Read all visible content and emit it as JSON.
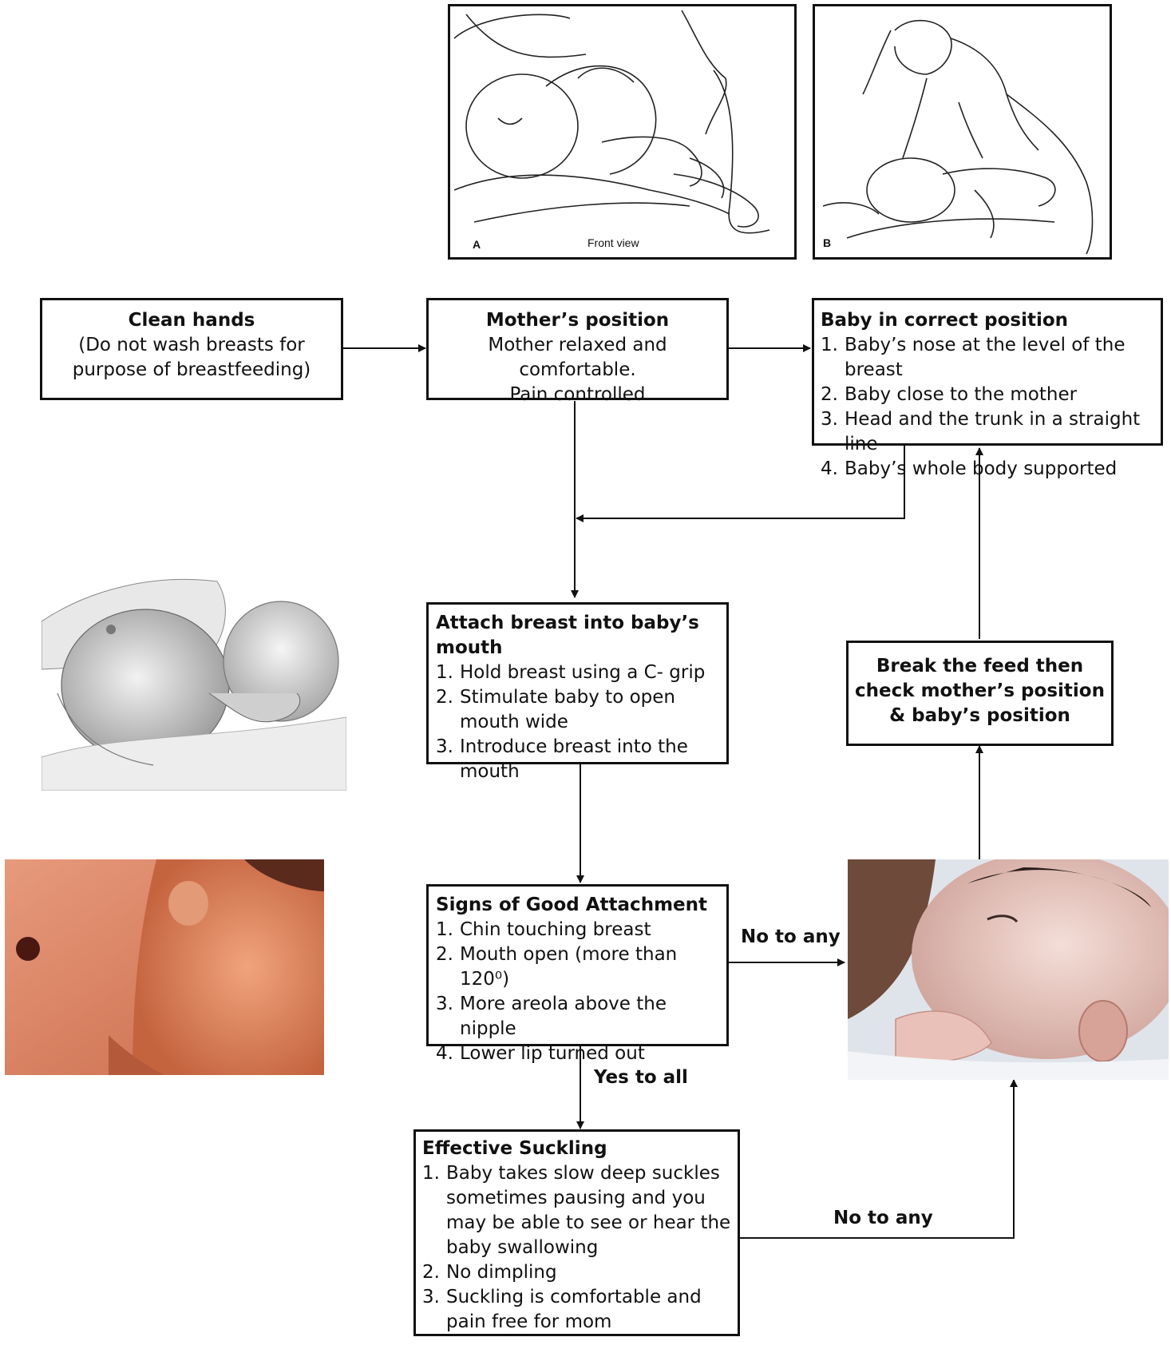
{
  "images": {
    "top_a": {
      "letter": "A",
      "caption": "Front view"
    },
    "top_b": {
      "letter": "B"
    }
  },
  "boxes": {
    "clean_hands": {
      "title": "Clean hands",
      "lines": [
        "(Do not wash breasts for",
        "purpose of breastfeeding)"
      ]
    },
    "mother_position": {
      "title": "Mother’s position",
      "lines": [
        "Mother relaxed and comfortable.",
        "Pain controlled"
      ]
    },
    "baby_position": {
      "title": "Baby in correct position",
      "items": [
        {
          "n": "1.",
          "text": "Baby’s nose at the level of the breast"
        },
        {
          "n": "2.",
          "text": "Baby close to the mother"
        },
        {
          "n": "3.",
          "text": "Head and the trunk in a straight line"
        },
        {
          "n": "4.",
          "text": "Baby’s whole body supported"
        }
      ]
    },
    "attach_breast": {
      "title": "Attach breast into baby’s mouth",
      "items": [
        {
          "n": "1.",
          "text": "Hold breast using a C- grip"
        },
        {
          "n": "2.",
          "text": "Stimulate baby to open mouth wide"
        },
        {
          "n": "3.",
          "text": "Introduce breast into the mouth"
        }
      ]
    },
    "break_feed": {
      "lines": [
        "Break the feed then",
        "check mother’s position",
        "& baby’s position"
      ]
    },
    "good_attachment": {
      "title": "Signs of Good Attachment",
      "items": [
        {
          "n": "1.",
          "text": "Chin touching breast"
        },
        {
          "n": "2.",
          "text": "Mouth open (more than 120⁰)"
        },
        {
          "n": "3.",
          "text": "More areola above the nipple"
        },
        {
          "n": "4.",
          "text": "Lower lip turned out"
        }
      ]
    },
    "effective_suckling": {
      "title": "Effective Suckling",
      "items": [
        {
          "n": "1.",
          "text": "Baby takes slow deep suckles sometimes pausing and you may be able to see or hear the baby swallowing"
        },
        {
          "n": "2.",
          "text": "No dimpling"
        },
        {
          "n": "3.",
          "text": "Suckling is comfortable and pain free for mom"
        }
      ]
    }
  },
  "edge_labels": {
    "no_to_any_1": "No to any",
    "yes_to_all": "Yes to all",
    "no_to_any_2": "No to any"
  }
}
